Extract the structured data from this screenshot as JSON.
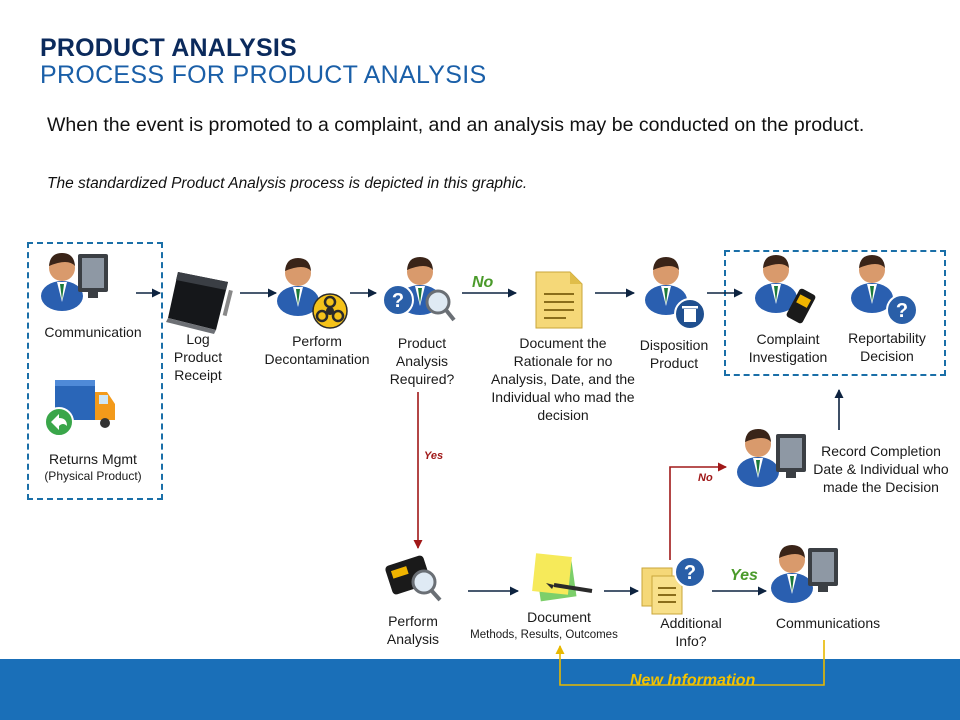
{
  "header": {
    "title": "PRODUCT ANALYSIS",
    "subtitle": "PROCESS FOR PRODUCT ANALYSIS"
  },
  "intro": {
    "text": "When the event is promoted to a complaint, and an analysis may be conducted on the product.",
    "note": "The standardized Product Analysis process is depicted in this graphic."
  },
  "steps": {
    "communication": "Communication",
    "returns_mgmt": "Returns Mgmt",
    "returns_mgmt_sub": "(Physical Product)",
    "log_receipt": "Log Product Receipt",
    "decontamination": "Perform Decontamination",
    "analysis_required": "Product Analysis Required?",
    "document_rationale": "Document the Rationale for no Analysis, Date, and the Individual who mad the decision",
    "disposition": "Disposition Product",
    "complaint_investigation": "Complaint Investigation",
    "reportability": "Reportability Decision",
    "record_completion": "Record Completion Date & Individual who made the Decision",
    "perform_analysis": "Perform Analysis",
    "document": "Document",
    "document_sub": "Methods, Results, Outcomes",
    "additional_info": "Additional Info?",
    "communications": "Communications"
  },
  "branches": {
    "no_top": "No",
    "yes_down": "Yes",
    "no_small": "No",
    "yes_bottom": "Yes"
  },
  "footer": {
    "new_information": "New Information"
  },
  "colors": {
    "title_dark": "#0b2a5c",
    "title_blue": "#1a5fa8",
    "footer": "#1a6fb8",
    "new_info": "#f2c200",
    "branch_green": "#4a9a2a",
    "branch_red": "#a01818"
  }
}
